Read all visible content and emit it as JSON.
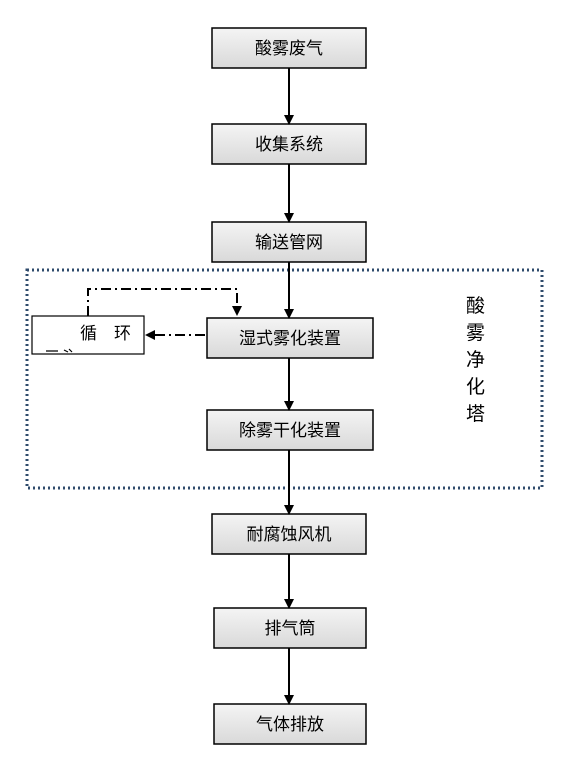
{
  "flow": {
    "steps": [
      {
        "id": "s1",
        "label": "酸雾废气"
      },
      {
        "id": "s2",
        "label": "收集系统"
      },
      {
        "id": "s3",
        "label": "输送管网"
      },
      {
        "id": "s4",
        "label": "湿式雾化装置"
      },
      {
        "id": "s5",
        "label": "除雾干化装置"
      },
      {
        "id": "s6",
        "label": "耐腐蚀风机"
      },
      {
        "id": "s7",
        "label": "排气筒"
      },
      {
        "id": "s8",
        "label": "气体排放"
      }
    ]
  },
  "tower_label_chars": [
    "酸",
    "雾",
    "净",
    "化",
    "塔"
  ],
  "loop": {
    "label_chars": [
      "循",
      "环"
    ]
  },
  "colors": {
    "box_fill_top": "#f4f4f4",
    "box_fill_bottom": "#d9d9d9",
    "box_stroke": "#000000",
    "tower_border": "#2e4a6b",
    "arrow": "#000000"
  }
}
